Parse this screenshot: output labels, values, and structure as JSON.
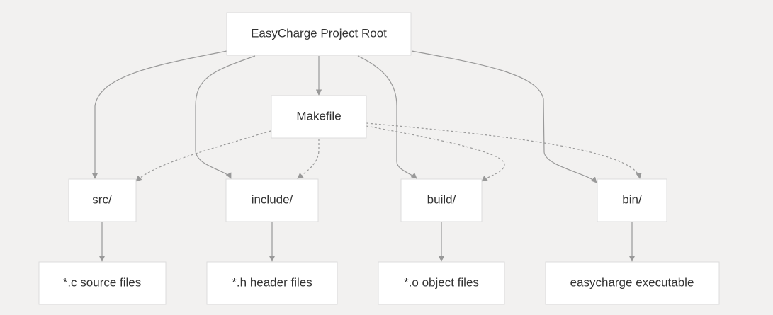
{
  "diagram": {
    "colors": {
      "background": "#f2f1f0",
      "node_fill": "#ffffff",
      "node_border": "#dcdcdc",
      "edge": "#999999",
      "text": "#333333"
    },
    "nodes": {
      "root": "EasyCharge Project Root",
      "makefile": "Makefile",
      "src": "src/",
      "include": "include/",
      "build": "build/",
      "bin": "bin/",
      "c_files": "*.c source files",
      "h_files": "*.h header files",
      "o_files": "*.o object files",
      "executable": "easycharge executable"
    },
    "edges": [
      {
        "from": "root",
        "to": "makefile",
        "style": "solid"
      },
      {
        "from": "root",
        "to": "src",
        "style": "solid"
      },
      {
        "from": "root",
        "to": "include",
        "style": "solid"
      },
      {
        "from": "root",
        "to": "build",
        "style": "solid"
      },
      {
        "from": "root",
        "to": "bin",
        "style": "solid"
      },
      {
        "from": "makefile",
        "to": "src",
        "style": "dotted"
      },
      {
        "from": "makefile",
        "to": "include",
        "style": "dotted"
      },
      {
        "from": "makefile",
        "to": "build",
        "style": "dotted"
      },
      {
        "from": "makefile",
        "to": "bin",
        "style": "dotted"
      },
      {
        "from": "src",
        "to": "c_files",
        "style": "solid"
      },
      {
        "from": "include",
        "to": "h_files",
        "style": "solid"
      },
      {
        "from": "build",
        "to": "o_files",
        "style": "solid"
      },
      {
        "from": "bin",
        "to": "executable",
        "style": "solid"
      }
    ]
  }
}
